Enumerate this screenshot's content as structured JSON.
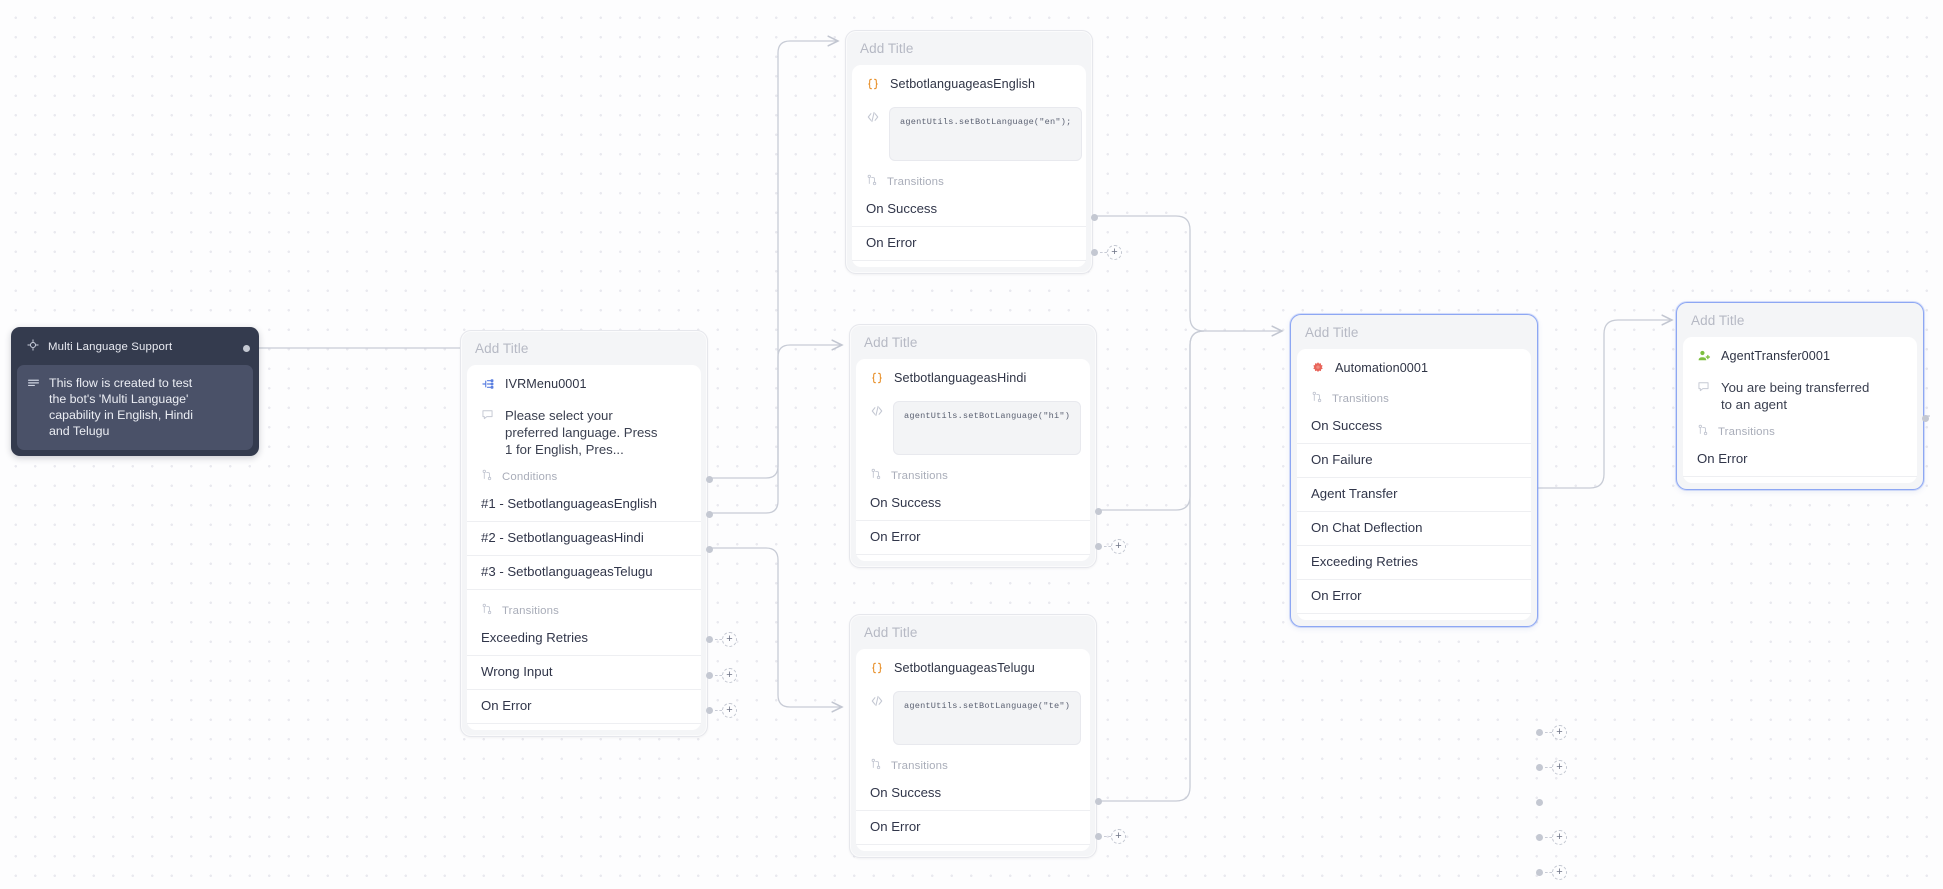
{
  "canvas": {
    "background": "#fdfdfe",
    "dot_color": "#e9e9ef",
    "selected_border": "#8da7f3"
  },
  "note": {
    "title": "Multi Language Support",
    "body": "This flow is created to test the bot's 'Multi Language' capability in English, Hindi and Telugu",
    "header_icon": "settings-circle-icon",
    "body_icon": "note-lines-icon"
  },
  "nodes": [
    {
      "id": "ivr",
      "title": "Add Title",
      "name": "IVRMenu0001",
      "icon": "ivr-menu-icon",
      "prompt": "Please select your preferred language. Press 1 for English, Pres...",
      "prompt_icon": "message-bubble-icon",
      "conditions_label": "Conditions",
      "conditions": [
        "#1 - SetbotlanguageasEnglish",
        "#2 - SetbotlanguageasHindi",
        "#3 - SetbotlanguageasTelugu"
      ],
      "transitions_label": "Transitions",
      "transitions": [
        "Exceeding Retries",
        "Wrong Input",
        "On Error"
      ],
      "selected": false
    },
    {
      "id": "english",
      "title": "Add Title",
      "name": "SetbotlanguageasEnglish",
      "icon": "script-braces-icon",
      "code": "agentUtils.setBotLanguage(\"en\");",
      "code_icon": "code-tag-icon",
      "transitions_label": "Transitions",
      "transitions": [
        "On Success",
        "On Error"
      ],
      "selected": false
    },
    {
      "id": "hindi",
      "title": "Add Title",
      "name": "SetbotlanguageasHindi",
      "icon": "script-braces-icon",
      "code": "agentUtils.setBotLanguage(\"hi\")",
      "code_icon": "code-tag-icon",
      "transitions_label": "Transitions",
      "transitions": [
        "On Success",
        "On Error"
      ],
      "selected": false
    },
    {
      "id": "telugu",
      "title": "Add Title",
      "name": "SetbotlanguageasTelugu",
      "icon": "script-braces-icon",
      "code": "agentUtils.setBotLanguage(\"te\")",
      "code_icon": "code-tag-icon",
      "transitions_label": "Transitions",
      "transitions": [
        "On Success",
        "On Error"
      ],
      "selected": false
    },
    {
      "id": "automation",
      "title": "Add Title",
      "name": "Automation0001",
      "icon": "automation-gear-icon",
      "transitions_label": "Transitions",
      "transitions": [
        "On Success",
        "On Failure",
        "Agent Transfer",
        "On Chat Deflection",
        "Exceeding Retries",
        "On Error"
      ],
      "selected": true
    },
    {
      "id": "agenttransfer",
      "title": "Add Title",
      "name": "AgentTransfer0001",
      "icon": "agent-transfer-icon",
      "prompt": "You are being transferred to an agent",
      "prompt_icon": "message-bubble-icon",
      "transitions_label": "Transitions",
      "transitions": [
        "On Error"
      ],
      "selected": true
    }
  ]
}
